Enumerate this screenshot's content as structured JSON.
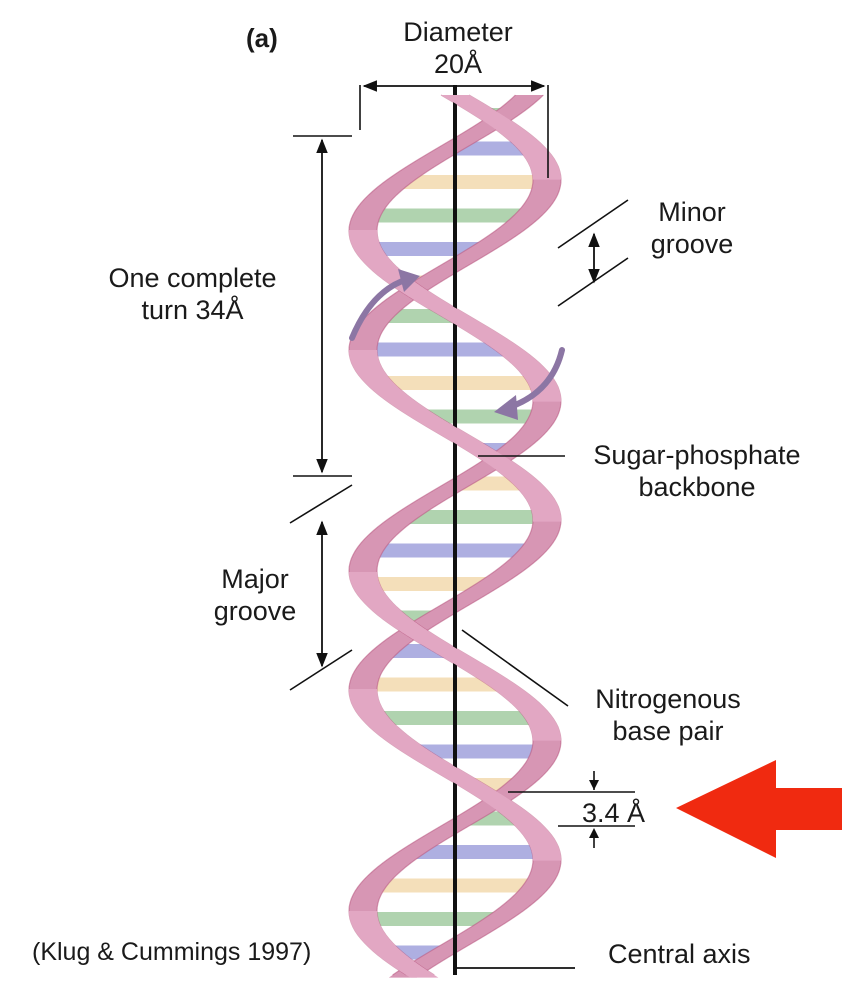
{
  "figure": {
    "panel_label": "(a)",
    "diameter": {
      "line1": "Diameter",
      "line2": "20Å"
    },
    "complete_turn": {
      "line1": "One complete",
      "line2": "turn 34Å"
    },
    "minor_groove": {
      "line1": "Minor",
      "line2": "groove"
    },
    "major_groove": {
      "line1": "Major",
      "line2": "groove"
    },
    "backbone": {
      "line1": "Sugar-phosphate",
      "line2": "backbone"
    },
    "base_pair": {
      "line1": "Nitrogenous",
      "line2": "base pair"
    },
    "rise": "3.4 Å",
    "axis": "Central axis",
    "citation": "(Klug & Cummings 1997)"
  },
  "colors": {
    "strand": "#e2a7c3",
    "strand_edge": "#b8577f",
    "base_green": "#a9cfa8",
    "base_blue": "#a7a8de",
    "base_cream": "#f3dcb4",
    "rotation_arrow": "#8c76a4",
    "highlight_arrow": "#f02a10"
  }
}
